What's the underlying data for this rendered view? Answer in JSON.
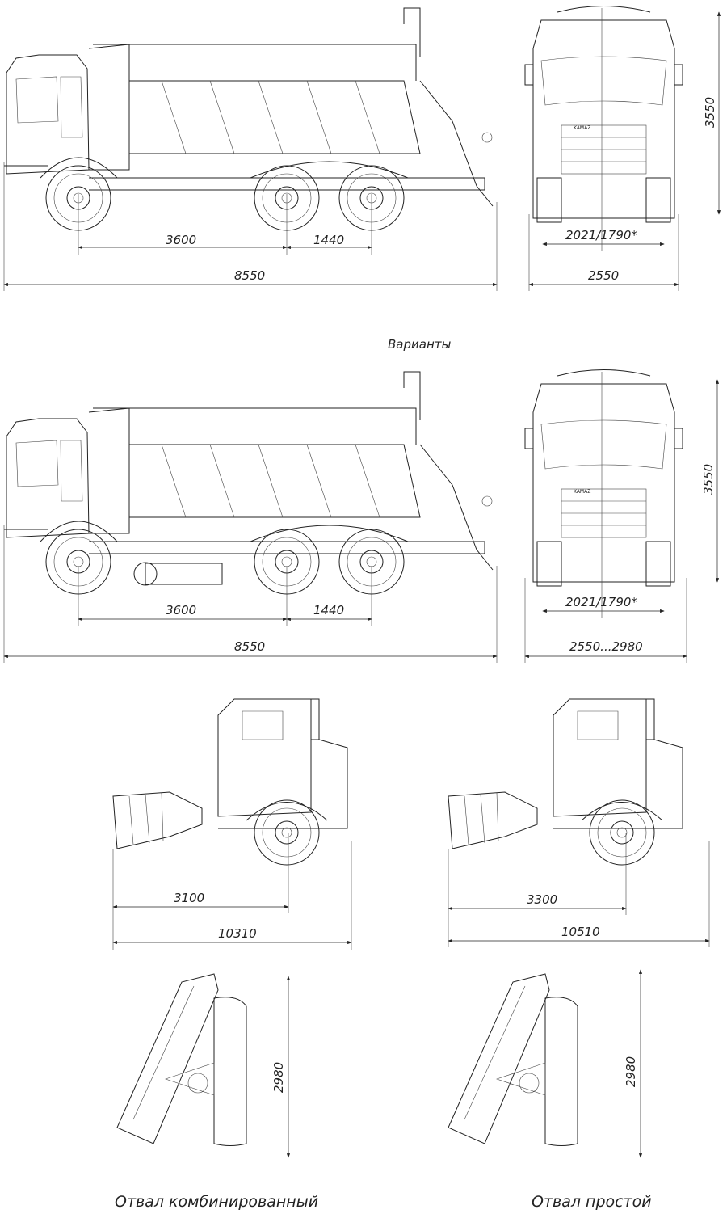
{
  "drawing": {
    "top": {
      "side": {
        "wheelbase_front": "3600",
        "wheelbase_rear": "1440",
        "overall_length": "8550"
      },
      "front": {
        "height": "3550",
        "track": "2021/1790*",
        "width": "2550"
      },
      "logo": "KAMAZ"
    },
    "variants_title": "Варианты",
    "middle": {
      "side": {
        "wheelbase_front": "3600",
        "wheelbase_rear": "1440",
        "overall_length": "8550"
      },
      "front": {
        "height": "3550",
        "track": "2021/1790*",
        "width": "2550...2980"
      },
      "logo": "KAMAZ"
    },
    "plows": {
      "combined": {
        "front_dim": "3100",
        "total_length": "10310",
        "height": "2980",
        "caption": "Отвал комбинированный"
      },
      "simple": {
        "front_dim": "3300",
        "total_length": "10510",
        "height": "2980",
        "caption": "Отвал простой"
      }
    }
  }
}
